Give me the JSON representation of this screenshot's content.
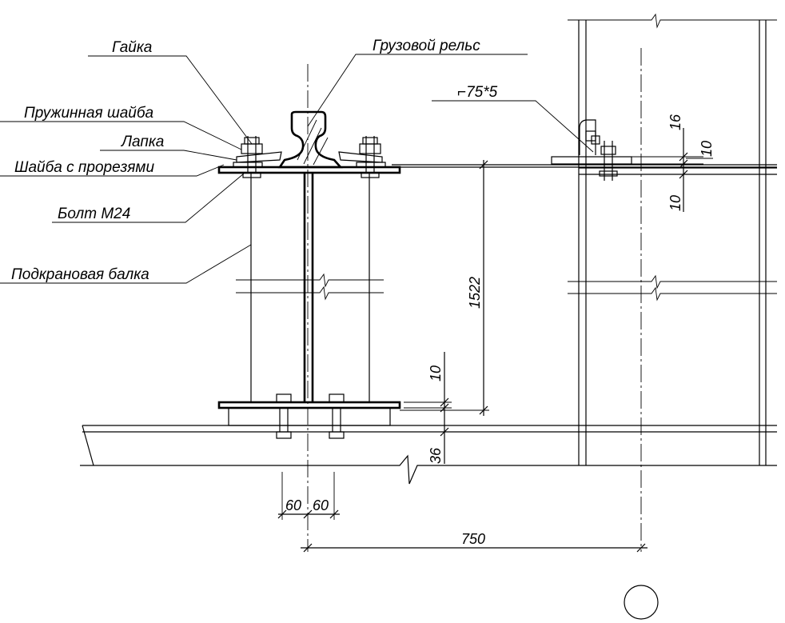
{
  "labels": {
    "nut": "Гайка",
    "rail": "Грузовой рельс",
    "spring_washer": "Пружинная шайба",
    "clamp": "Лапка",
    "slotted_washer": "Шайба с прорезями",
    "bolt": "Болт М24",
    "crane_beam": "Подкрановая балка",
    "angle": "⌐75*5"
  },
  "dimensions": {
    "d16": "16",
    "d10_right": "10",
    "d10_left": "10",
    "d1522": "1522",
    "d10_base": "10",
    "d36": "36",
    "d60_left": "60",
    "d60_right": "60",
    "d750": "750"
  }
}
